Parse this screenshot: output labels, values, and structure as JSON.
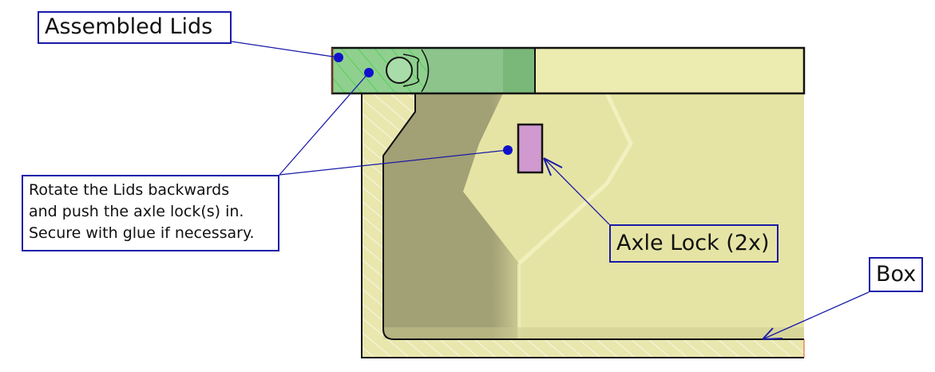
{
  "labels": {
    "assembled_lids": "Assembled Lids",
    "instruction_lines": [
      "Rotate the Lids backwards",
      "and push the axle lock(s) in.",
      "Secure with glue if necessary."
    ],
    "axle_lock": "Axle Lock (2x)",
    "box": "Box"
  },
  "colors": {
    "leader": "#1a1aa8",
    "lid_green": "#8cc48c",
    "box_yellow": "#e6e4a4",
    "shadow": "#9a9870",
    "axle_lock_pink": "#d09ad0"
  }
}
